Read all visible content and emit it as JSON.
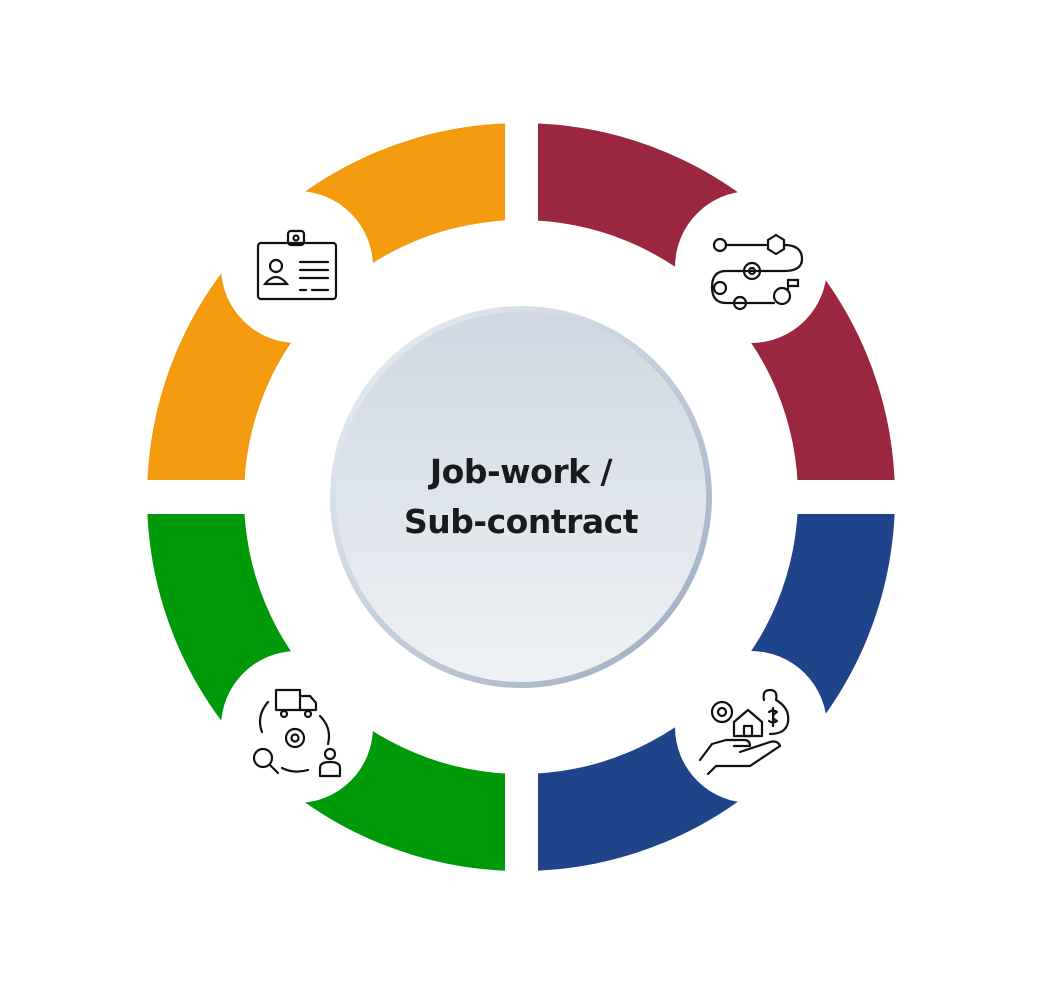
{
  "center": {
    "line1": "Job-work /",
    "line2": "Sub-contract"
  },
  "segments": [
    {
      "name": "top-left",
      "color": "#F39A0E",
      "icon": "id-card-icon"
    },
    {
      "name": "top-right",
      "color": "#9B2640",
      "icon": "process-flow-icon"
    },
    {
      "name": "bottom-right",
      "color": "#1F4489",
      "icon": "hand-money-icon"
    },
    {
      "name": "bottom-left",
      "color": "#00990A",
      "icon": "supply-chain-icon"
    }
  ]
}
